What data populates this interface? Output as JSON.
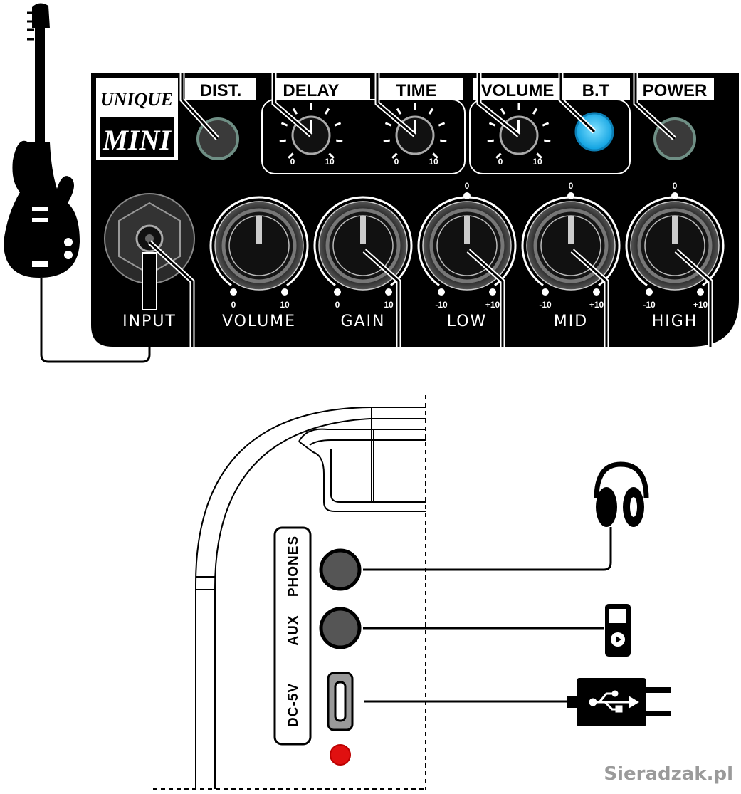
{
  "brand": {
    "line1": "UNIQUE",
    "line2": "MINI"
  },
  "top_controls": {
    "dist": "DIST.",
    "delay": "DELAY",
    "time": "TIME",
    "volume": "VOLUME",
    "bt": "B.T",
    "power": "POWER",
    "scale_min": "0",
    "scale_max": "10"
  },
  "bottom_controls": {
    "input": "INPUT",
    "volume": "VOLUME",
    "gain": "GAIN",
    "low": "LOW",
    "mid": "MID",
    "high": "HIGH",
    "zero": "0",
    "ten": "10",
    "minus_ten": "-10",
    "plus_ten": "+10"
  },
  "side_panel": {
    "phones": "PHONES",
    "aux": "AUX",
    "dc": "DC-5V"
  },
  "colors": {
    "bt_led": "#29b6f6",
    "power_led": "#e01010",
    "led_gray": "#3a3a3a"
  },
  "watermark": "Sieradzak.pl"
}
